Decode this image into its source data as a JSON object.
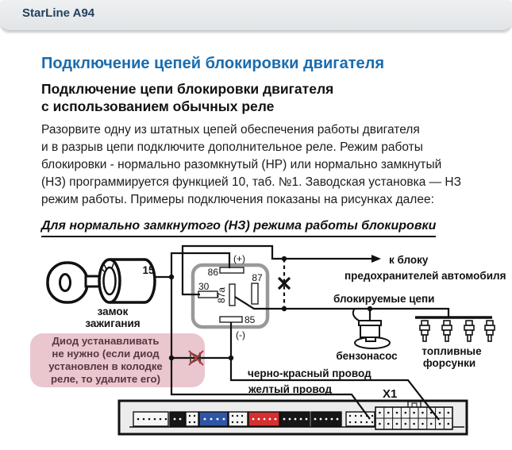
{
  "header": {
    "title": "StarLine A94"
  },
  "article": {
    "title": "Подключение цепей блокировки двигателя",
    "subtitle": "Подключение цепи блокировки двигателя\nс использованием обычных реле",
    "body_lines": [
      "Разорвите одну из штатных цепей обеспечения работы двигателя",
      "и в разрыв цепи подключите дополнительное реле. Режим работы",
      "блокировки - нормально разомкнутый (НР) или нормально замкнутый",
      "(НЗ) программируется функцией 10, таб. №1. Заводская установка — НЗ",
      "режим работы. Примеры подключения показаны на рисунках далее:"
    ],
    "section_heading": "Для нормально замкнутого (НЗ) режима работы блокировки"
  },
  "diagram": {
    "terminal_label": "15",
    "lock_line1": "замок",
    "lock_line2": "зажигания",
    "relay": {
      "pin86": "86",
      "pin87": "87",
      "pin30": "30",
      "pin87a": "87a",
      "pin85": "85",
      "plus": "(+)",
      "minus": "(-)"
    },
    "fuse_line1": "к блоку",
    "fuse_line2": "предохранителей автомобиля",
    "blocked_label": "блокируемые цепи",
    "pump_label": "бензонасос",
    "injectors_line1": "топливные",
    "injectors_line2": "форсунки",
    "wire_black_red": "черно-красный провод",
    "wire_yellow": "желтый провод",
    "connector_x1": "X1",
    "note": "Диод устанавливать\nне нужно (если диод\nустановлен в колодке\nреле, то удалите его)"
  },
  "colors": {
    "accent_blue": "#1b6cad",
    "header_text": "#24405e",
    "note_bg": "#eac6ce",
    "note_text": "#553842",
    "plus_red": "#c0392b",
    "connector_blue": "#2f55a5",
    "connector_red": "#d52f2f",
    "relay_border": "#999999"
  }
}
